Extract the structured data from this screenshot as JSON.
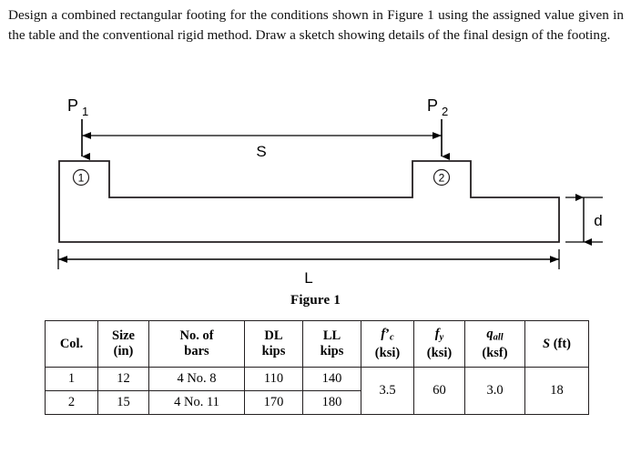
{
  "prompt": {
    "text": "Design a combined rectangular footing for the conditions shown in Figure 1 using the assigned value given in the table and the conventional rigid method. Draw a sketch showing details of the final design of the footing."
  },
  "figure": {
    "caption": "Figure 1",
    "labels": {
      "load_1": "P",
      "load_1_sub": "1",
      "load_2": "P",
      "load_2_sub": "2",
      "column_1_marker": "1",
      "column_2_marker": "2",
      "spacing_dim": "S",
      "length_dim": "L",
      "depth_dim": "d"
    },
    "colors": {
      "outline": "#231f20",
      "dimension_line": "#000000"
    }
  },
  "table": {
    "headers": [
      {
        "line1": "Col.",
        "line2": ""
      },
      {
        "line1": "Size",
        "line2": "(in)"
      },
      {
        "line1": "No. of",
        "line2": "bars"
      },
      {
        "line1": "DL",
        "line2": "kips"
      },
      {
        "line1": "LL",
        "line2": "kips"
      },
      {
        "line1": "f'c",
        "line2": "(ksi)"
      },
      {
        "line1": "fy",
        "line2": "(ksi)"
      },
      {
        "line1": "qall",
        "line2": "(ksf)"
      },
      {
        "line1": "S (ft)",
        "line2": ""
      }
    ],
    "rows": [
      {
        "col": "1",
        "size": "12",
        "bars": "4 No. 8",
        "dl": "110",
        "ll": "140"
      },
      {
        "col": "2",
        "size": "15",
        "bars": "4 No. 11",
        "dl": "170",
        "ll": "180"
      }
    ],
    "shared": {
      "fc": "3.5",
      "fy": "60",
      "qall": "3.0",
      "s": "18"
    }
  }
}
